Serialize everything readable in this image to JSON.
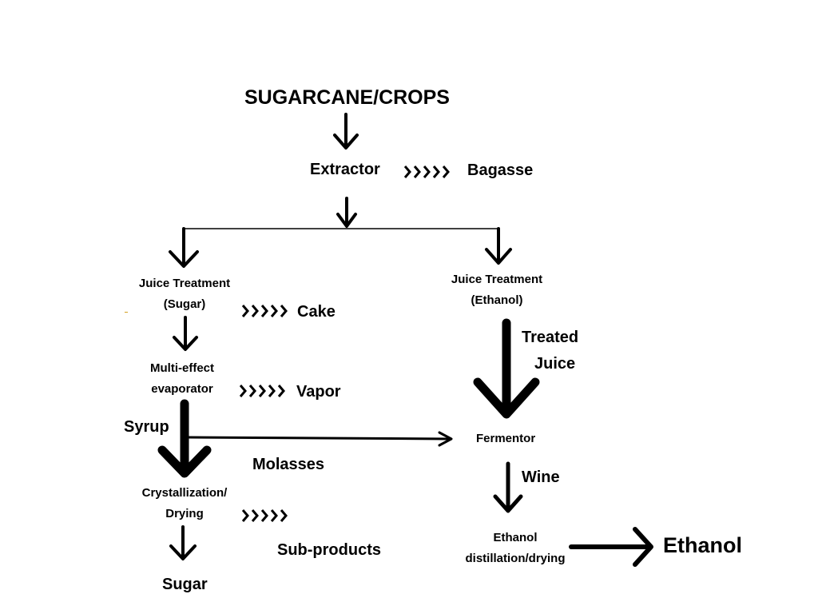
{
  "title": "SUGARCANE/CROPS",
  "extractor": "Extractor",
  "bagasse": "Bagasse",
  "juice_sugar": [
    "Juice Treatment",
    "(Sugar)"
  ],
  "juice_ethanol": [
    "Juice Treatment",
    "(Ethanol)"
  ],
  "cake": "Cake",
  "evaporator": [
    "Multi-effect",
    "evaporator"
  ],
  "vapor": "Vapor",
  "syrup": "Syrup",
  "molasses": "Molasses",
  "crystallization": [
    "Crystallization/",
    "Drying"
  ],
  "sub_products": "Sub-products",
  "sugar": "Sugar",
  "treated_juice": [
    "Treated",
    "Juice"
  ],
  "fermentor": "Fermentor",
  "wine": "Wine",
  "distillation": [
    "Ethanol",
    "distillation/drying"
  ],
  "ethanol": "Ethanol",
  "chevron_glyph": "›",
  "colors": {
    "ink": "#000000",
    "background": "#ffffff",
    "speck": "#d4a020"
  }
}
